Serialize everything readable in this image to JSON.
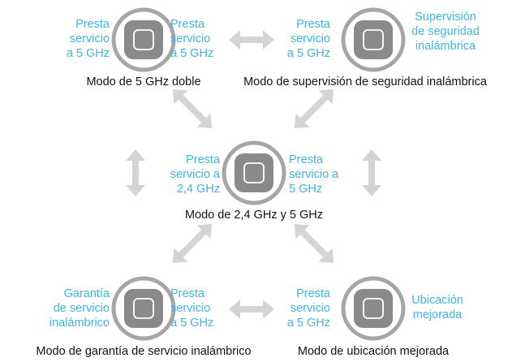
{
  "colors": {
    "accent": "#3fb4e2",
    "arrow": "#d4d4d4",
    "ring": "#a6a6a6",
    "device": "#8a8a8a",
    "caption": "#111111"
  },
  "nodes": {
    "top_left": {
      "left_label": [
        "Presta",
        "servicio",
        "a 5 GHz"
      ],
      "right_label": [
        "Presta",
        "servicio",
        "a 5 GHz"
      ],
      "caption": "Modo de 5 GHz doble"
    },
    "top_right": {
      "left_label": [
        "Presta",
        "servicio",
        "a 5 GHz"
      ],
      "right_label": [
        "Supervisión",
        "de seguridad",
        "inalámbrica"
      ],
      "caption": "Modo de supervisión de seguridad inalámbrica"
    },
    "center": {
      "left_label": [
        "Presta",
        "servicio a",
        "2,4 GHz"
      ],
      "right_label": [
        "Presta",
        "servicio a",
        "5 GHz"
      ],
      "caption": "Modo de 2,4 GHz y 5 GHz"
    },
    "bottom_left": {
      "left_label": [
        "Garantía",
        "de servicio",
        "inalámbrico"
      ],
      "right_label": [
        "Presta",
        "servicio",
        "a 5 GHz"
      ],
      "caption": "Modo de garantía de servicio inalámbrico"
    },
    "bottom_right": {
      "left_label": [
        "Presta",
        "servicio",
        "a 5 GHz"
      ],
      "right_label": [
        "Ubicación",
        "mejorada"
      ],
      "caption": "Modo de ubicación mejorada"
    }
  }
}
